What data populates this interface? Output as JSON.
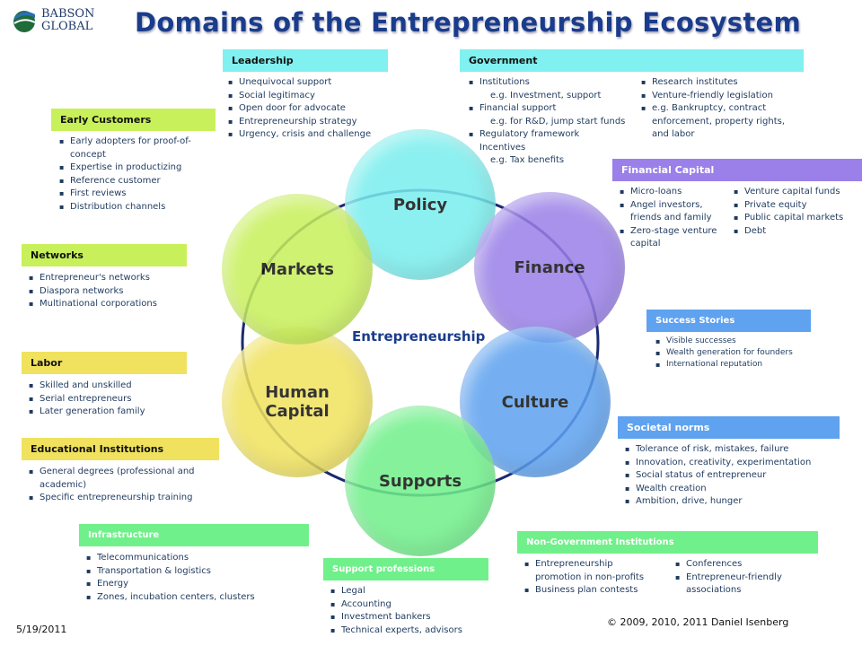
{
  "logo": {
    "line1": "BABSON",
    "line2": "GLOBAL"
  },
  "title": "Domains of the Entrepreneurship Ecosystem",
  "center_label": "Entrepreneurship",
  "domains": [
    "Policy",
    "Finance",
    "Culture",
    "Supports",
    "Human Capital",
    "Markets"
  ],
  "colors": {
    "policy": "#7aeeee",
    "finance": "#9a80e8",
    "culture": "#5ea2f0",
    "supports": "#70f08a",
    "human": "#f0e25e",
    "markets": "#c8f05a",
    "title": "#1a3c8c"
  },
  "leadership": {
    "title": "Leadership",
    "items": [
      "Unequivocal support",
      "Social legitimacy",
      "Open door for advocate",
      "Entrepreneurship strategy",
      "Urgency, crisis and challenge"
    ]
  },
  "government": {
    "title": "Government",
    "col1": [
      "Institutions",
      "e.g. Investment, support",
      "Financial support",
      "e.g. for R&D, jump start funds",
      "Regulatory framework",
      "Incentives",
      "e.g. Tax benefits"
    ],
    "col2": [
      "Research institutes",
      "Venture-friendly legislation",
      "e.g. Bankruptcy, contract enforcement, property rights, and labor"
    ]
  },
  "financial_capital": {
    "title": "Financial Capital",
    "col1": [
      "Micro-loans",
      "Angel investors, friends and family",
      "Zero-stage venture capital"
    ],
    "col2": [
      "Venture capital funds",
      "Private equity",
      "Public capital markets",
      "Debt"
    ]
  },
  "success_stories": {
    "title": "Success Stories",
    "items": [
      "Visible successes",
      "Wealth generation for founders",
      "International reputation"
    ]
  },
  "societal_norms": {
    "title": "Societal norms",
    "items": [
      "Tolerance of risk, mistakes, failure",
      "Innovation, creativity, experimentation",
      "Social status of entrepreneur",
      "Wealth creation",
      "Ambition, drive, hunger"
    ]
  },
  "non_gov": {
    "title": "Non-Government Institutions",
    "col1": [
      "Entrepreneurship promotion in non-profits",
      "Business plan contests"
    ],
    "col2": [
      "Conferences",
      "Entrepreneur-friendly associations"
    ]
  },
  "support_professions": {
    "title": "Support professions",
    "items": [
      "Legal",
      "Accounting",
      "Investment bankers",
      "Technical experts, advisors"
    ]
  },
  "infrastructure": {
    "title": "Infrastructure",
    "items": [
      "Telecommunications",
      "Transportation & logistics",
      "Energy",
      "Zones, incubation centers, clusters"
    ]
  },
  "educational": {
    "title": "Educational Institutions",
    "items": [
      "General degrees (professional and academic)",
      "Specific entrepreneurship training"
    ]
  },
  "labor": {
    "title": "Labor",
    "items": [
      "Skilled and unskilled",
      "Serial entrepreneurs",
      "Later generation family"
    ]
  },
  "networks": {
    "title": "Networks",
    "items": [
      "Entrepreneur's networks",
      "Diaspora networks",
      "Multinational corporations"
    ]
  },
  "early_customers": {
    "title": "Early Customers",
    "items": [
      "Early adopters for proof-of-concept",
      "Expertise in productizing",
      "Reference customer",
      "First reviews",
      "Distribution channels"
    ]
  },
  "date": "5/19/2011",
  "copyright": "© 2009, 2010, 2011 Daniel Isenberg"
}
